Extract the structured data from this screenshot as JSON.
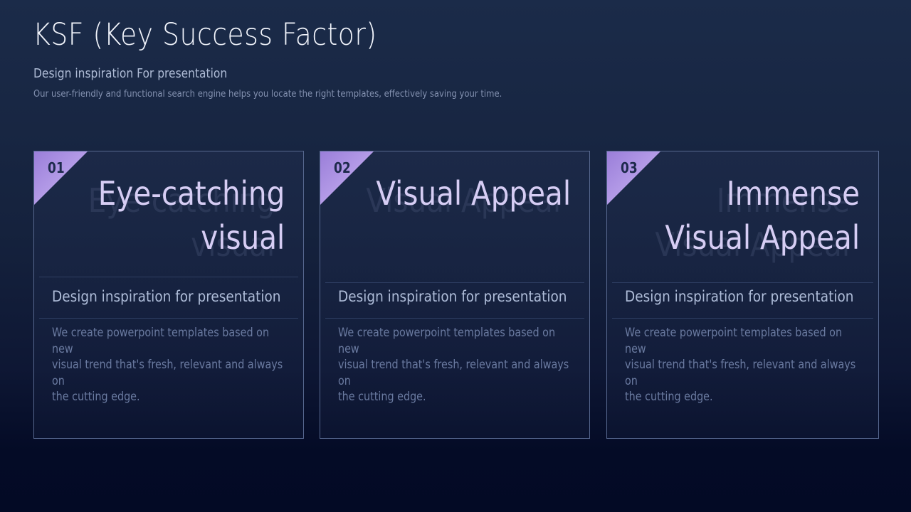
{
  "header": {
    "title": "KSF (Key Success Factor)",
    "subtitle": "Design inspiration For presentation",
    "description": "Our user-friendly and functional search engine helps you locate the right templates, effectively saving your time."
  },
  "cards": [
    {
      "number": "01",
      "heading_line1": "Eye-catching",
      "heading_line2": "visual",
      "subheading": "Design inspiration for presentation",
      "body_line1": "We create powerpoint templates based on new",
      "body_line2": "visual trend that's fresh, relevant and always on",
      "body_line3": "the cutting edge."
    },
    {
      "number": "02",
      "heading_line1": "Visual Appeal",
      "heading_line2": "",
      "subheading": "Design inspiration for presentation",
      "body_line1": "We create powerpoint templates based on new",
      "body_line2": "visual trend that's fresh, relevant and always on",
      "body_line3": "the cutting edge."
    },
    {
      "number": "03",
      "heading_line1": "Immense",
      "heading_line2": "Visual Appeal",
      "subheading": "Design inspiration for presentation",
      "body_line1": "We create powerpoint templates based on new",
      "body_line2": "visual trend that's fresh, relevant and always on",
      "body_line3": "the cutting edge."
    }
  ],
  "colors": {
    "accent": "#b9a1ea",
    "heading": "#d6cdf4",
    "border": "#57688f",
    "background": "#15223d"
  }
}
